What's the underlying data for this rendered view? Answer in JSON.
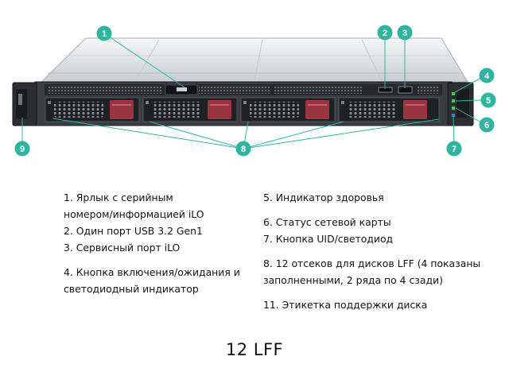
{
  "callouts": [
    "1",
    "2",
    "3",
    "4",
    "5",
    "6",
    "7",
    "8",
    "9"
  ],
  "colors": {
    "callout": "#2fb59f",
    "chassis": "#3a3d41",
    "drive_latch": "#9b3540",
    "status_led": "#3ecf5c",
    "uid_led": "#2e8dea"
  },
  "legend_left": [
    "1. Ярлык с серийным",
    "номером/информацией iLO",
    "2. Один порт USB 3.2 Gen1",
    "3. Сервисный порт iLO",
    "4. Кнопка включения/ожидания и",
    "светодиодный индикатор"
  ],
  "legend_right": [
    "5. Индикатор здоровья",
    "6. Статус сетевой карты",
    "7. Кнопка UID/светодиод",
    "8. 12 отсеков для дисков LFF (4 показаны",
    "заполненными, 2 ряда по 4 сзади)",
    "11. Этикетка поддержки диска"
  ],
  "caption": "12 LFF"
}
